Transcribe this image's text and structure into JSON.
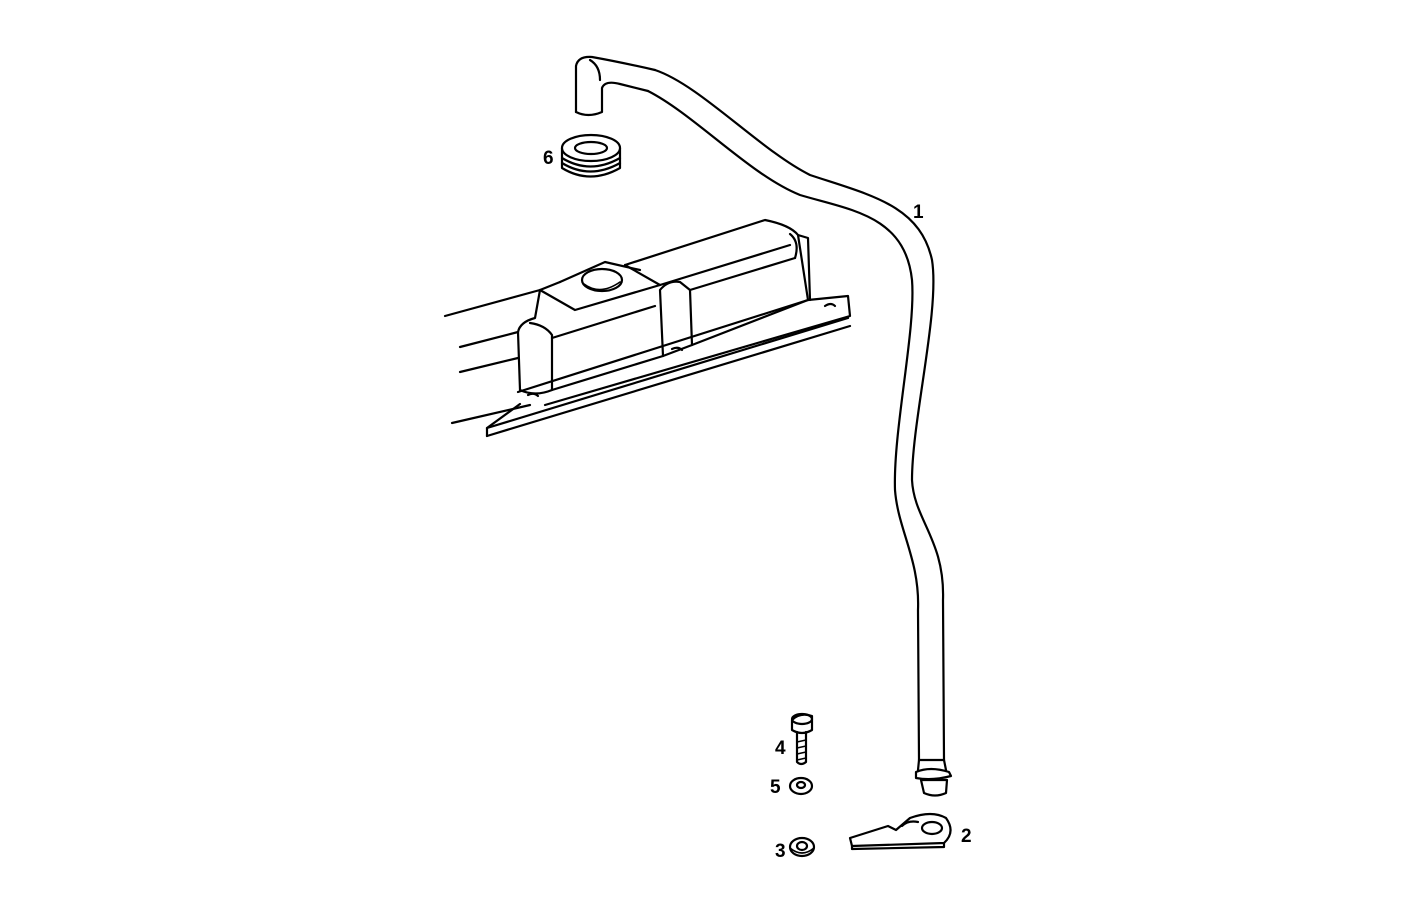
{
  "diagram": {
    "callouts": {
      "part_1": "1",
      "part_2": "2",
      "part_3": "3",
      "part_4": "4",
      "part_5": "5",
      "part_6": "6"
    }
  }
}
